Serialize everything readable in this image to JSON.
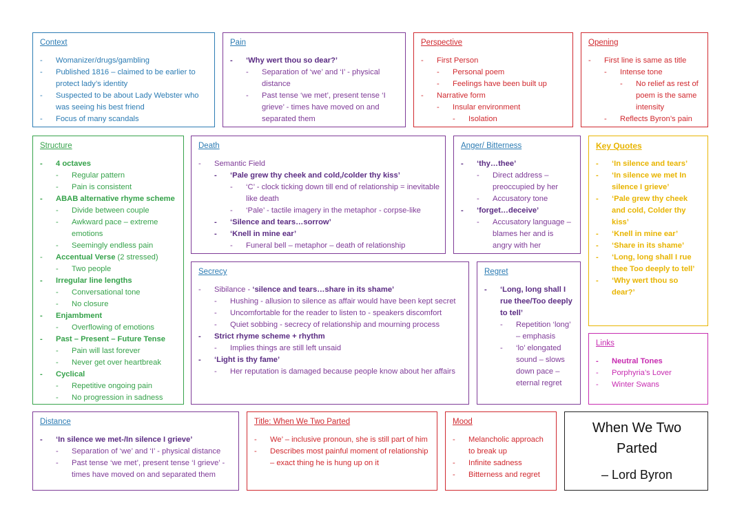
{
  "context": {
    "title": "Context",
    "items": [
      "Womanizer/drugs/gambling",
      "Published 1816 – claimed to be earlier to protect lady’s identity",
      "Suspected to be about Lady Webster who was seeing his best friend",
      "Focus of many scandals"
    ]
  },
  "pain": {
    "title": "Pain",
    "quote": "‘Why wert thou so dear?’",
    "items": [
      "Separation of ‘we’ and ‘I’ - physical distance",
      "Past tense ‘we met’, present tense ‘I grieve’ - times have moved on and separated them"
    ]
  },
  "perspective": {
    "title": "Perspective",
    "first": "First Person",
    "first_sub": [
      "Personal poem",
      "Feelings have been built up"
    ],
    "narrative": "Narrative form",
    "narrative_sub": "Insular environment",
    "narrative_sub2": "Isolation"
  },
  "opening": {
    "title": "Opening",
    "line": "First line is same as title",
    "sub": "Intense tone",
    "subsub": "No relief as rest of poem is the same intensity",
    "last": "Reflects Byron’s pain"
  },
  "structure": {
    "title": "Structure",
    "octaves": "4 octaves",
    "octaves_sub": [
      "Regular pattern",
      "Pain is consistent"
    ],
    "abab": "ABAB alternative rhyme scheme",
    "abab_sub": [
      "Divide between couple",
      "Awkward pace – extreme emotions",
      "Seemingly endless pain"
    ],
    "accentual": "Accentual Verse",
    "accentual_note": " (2 stressed)",
    "accentual_sub": "Two people",
    "irregular": "Irregular line lengths",
    "irregular_sub": [
      "Conversational tone",
      "No closure"
    ],
    "enjambment": "Enjambment",
    "enjambment_sub": "Overflowing of emotions",
    "tense": "Past – Present – Future Tense",
    "tense_sub": [
      "Pain will last forever",
      "Never get over heartbreak"
    ],
    "cyclical": "Cyclical",
    "cyclical_sub": [
      "Repetitive ongoing pain",
      "No progression in sadness"
    ]
  },
  "death": {
    "title": "Death",
    "field": "Semantic Field",
    "q1": "‘Pale grew thy cheek and cold,/colder thy kiss’",
    "q1_sub": [
      "‘C’ - clock ticking down till end of relationship = inevitable like death",
      "‘Pale’ - tactile imagery in the metaphor - corpse-like"
    ],
    "q2": "‘Silence and tears…sorrow’",
    "q3": "‘Knell in mine ear’",
    "q3_sub": "Funeral bell – metaphor – death of relationship"
  },
  "anger": {
    "title": "Anger/ Bitterness",
    "q1": "‘thy…thee’",
    "q1_sub": [
      "Direct address – preoccupied by her",
      "Accusatory tone"
    ],
    "q2": "‘forget…deceive’",
    "q2_sub": "Accusatory language – blames her and is angry with her"
  },
  "keyquotes": {
    "title": "Key Quotes",
    "items": [
      "‘In silence and tears’",
      "‘In silence we met In silence I grieve’",
      "‘Pale grew thy cheek and cold, Colder thy kiss’",
      "‘Knell in mine ear’",
      "‘Share in its shame’",
      "‘Long, long shall I rue thee Too deeply to tell’",
      "‘Why wert thou so dear?’"
    ]
  },
  "secrecy": {
    "title": "Secrecy",
    "sib_prefix": "Sibilance - ",
    "sib_quote": "‘silence and tears…share in its shame’",
    "sib_sub": [
      "Hushing - allusion to silence as affair would have been kept secret",
      "Uncomfortable for the reader to listen to - speakers discomfort",
      "Quiet sobbing - secrecy of relationship and mourning process"
    ],
    "strict": "Strict rhyme scheme + rhythm",
    "strict_sub": "Implies things are still left unsaid",
    "light": "‘Light is thy fame’",
    "light_sub": "Her reputation is damaged because people know about her affairs"
  },
  "regret": {
    "title": "Regret",
    "quote": "‘Long, long shall I rue thee/Too deeply to tell’",
    "sub": [
      "Repetition ‘long’ – emphasis",
      "‘lo’ elongated sound – slows down pace – eternal regret"
    ]
  },
  "links": {
    "title": "Links",
    "items": [
      "Neutral Tones",
      "Porphyria’s Lover",
      "Winter Swans"
    ]
  },
  "distance": {
    "title": "Distance",
    "quote": "‘In silence we met-/In silence I grieve’",
    "sub": [
      "Separation of ‘we’ and ‘I’ - physical distance",
      "Past tense ‘we met’, present tense ‘I grieve’ - times have moved on and separated them"
    ]
  },
  "titlebox": {
    "title": "Title: When We Two Parted",
    "items": [
      "We’ – inclusive pronoun, she is still part of him",
      "Describes most painful moment of relationship – exact thing he is hung up on it"
    ]
  },
  "mood": {
    "title": "Mood",
    "items": [
      "Melancholic approach to break up",
      "Infinite sadness",
      "Bitterness and regret"
    ]
  },
  "poem": {
    "name_line1": "When We Two",
    "name_line2": "Parted",
    "author": "– Lord Byron"
  },
  "colors": {
    "context": "#2b7bb3",
    "pain": "#7e3a97",
    "perspective": "#d0282e",
    "opening": "#d0282e",
    "structure": "#35a24a",
    "death": "#7e3a97",
    "anger": "#7e3a97",
    "keyquotes": "#e8b400",
    "secrecy": "#7e3a97",
    "regret": "#7e3a97",
    "links": "#c72bb0",
    "distance": "#7e3a97",
    "titlebox": "#d0282e",
    "mood": "#d0282e"
  }
}
